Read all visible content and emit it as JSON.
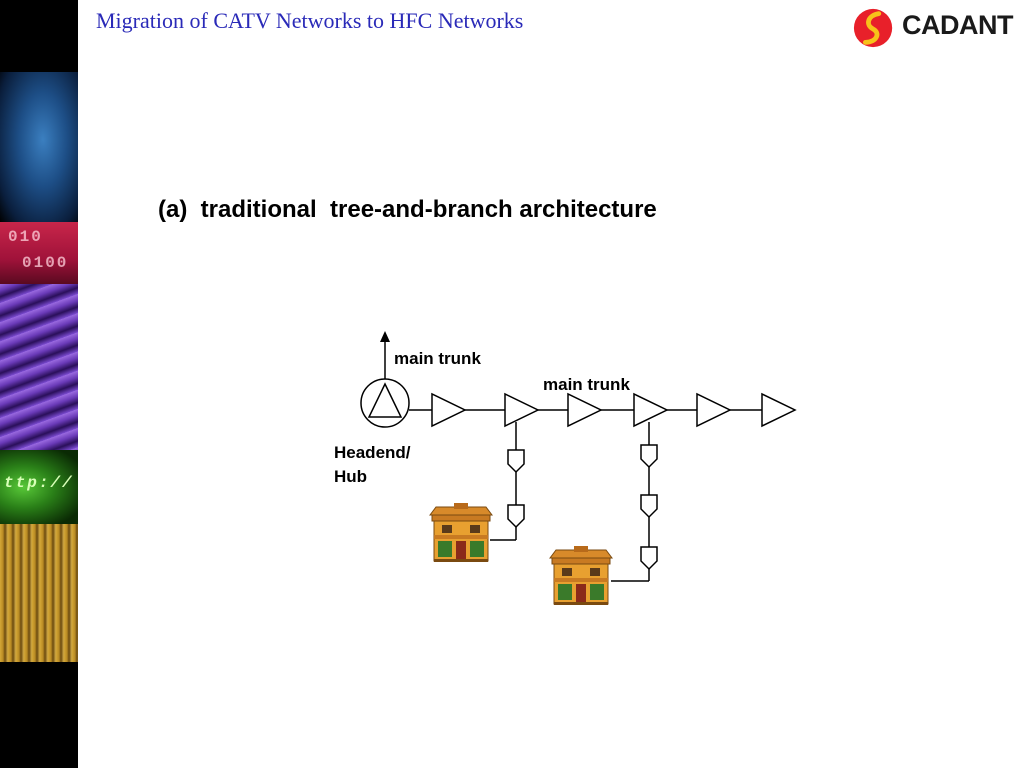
{
  "slide": {
    "title": "Migration of CATV Networks to HFC Networks",
    "heading": "(a)  traditional  tree-and-branch architecture"
  },
  "logo": {
    "text": "CADANT",
    "mark_color": "#e8202a",
    "mark_accent": "#f7c21a"
  },
  "sidebar": {
    "panels": [
      {
        "name": "cable-modem-image"
      },
      {
        "name": "binary-image",
        "text_top": "010",
        "text_bottom": "0100"
      },
      {
        "name": "fiber-image"
      },
      {
        "name": "http-image",
        "text": "ttp://"
      },
      {
        "name": "equipment-rack-image"
      }
    ]
  },
  "diagram": {
    "labels": {
      "main_trunk_top": "main  trunk",
      "main_trunk_right": "main  trunk",
      "headend_line1": "Headend/",
      "headend_line2": "Hub"
    }
  },
  "colors": {
    "title": "#2a2ab8",
    "house_roof": "#d88a2a",
    "house_wall": "#e8a030",
    "house_window": "#3a7a2a"
  }
}
